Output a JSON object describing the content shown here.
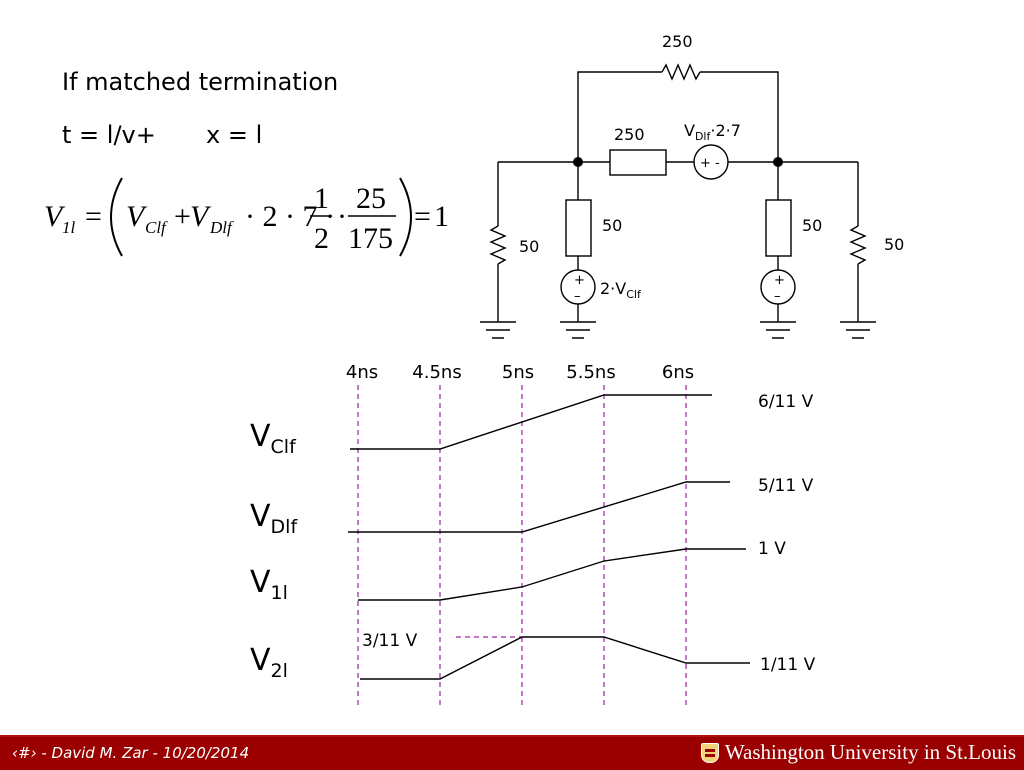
{
  "slide": {
    "heading": "If matched termination",
    "time_eq": "t = l/v+",
    "x_eq": "x = l"
  },
  "equation": {
    "lhs_base": "V",
    "lhs_sub": "1l",
    "eq1": "=",
    "t1_base": "V",
    "t1_sub": "Clf",
    "plus": "+",
    "t2_base": "V",
    "t2_sub": "Dlf",
    "factors": "· 2 · 7 ·",
    "frac1_num": "1",
    "frac1_den": "2",
    "dot": "·",
    "frac2_num": "25",
    "frac2_den": "175",
    "eq2": "=",
    "rhs": "1"
  },
  "circuit": {
    "r_top": "250",
    "r_mid": "250",
    "src_mid_base": "V",
    "src_mid_sub": "Dlf",
    "src_mid_tail": "·2·7",
    "src_mid_sign": "+ -",
    "r_left_series": "50",
    "r_left_shunt": "50",
    "r_right_series": "50",
    "r_right_shunt": "50",
    "src_left_base": "2·V",
    "src_left_sub": "Clf",
    "plus_sign": "+",
    "minus_sign": "–"
  },
  "timing": {
    "time_labels": [
      "4ns",
      "4.5ns",
      "5ns",
      "5.5ns",
      "6ns"
    ],
    "signals": [
      {
        "base": "V",
        "sub": "Clf",
        "value_label": "6/11 V"
      },
      {
        "base": "V",
        "sub": "Dlf",
        "value_label": "5/11 V"
      },
      {
        "base": "V",
        "sub": "1l",
        "value_label": "1 V"
      },
      {
        "base": "V",
        "sub": "2l",
        "value_label": "1/11 V",
        "peak_label": "3/11 V"
      }
    ]
  },
  "colors": {
    "grid_dash": "#a020a0",
    "footer_bg": "#9a0000",
    "line": "#000000"
  },
  "footer": {
    "left": "‹#› - David M. Zar - 10/20/2014",
    "university": "Washington University in St.Louis"
  }
}
